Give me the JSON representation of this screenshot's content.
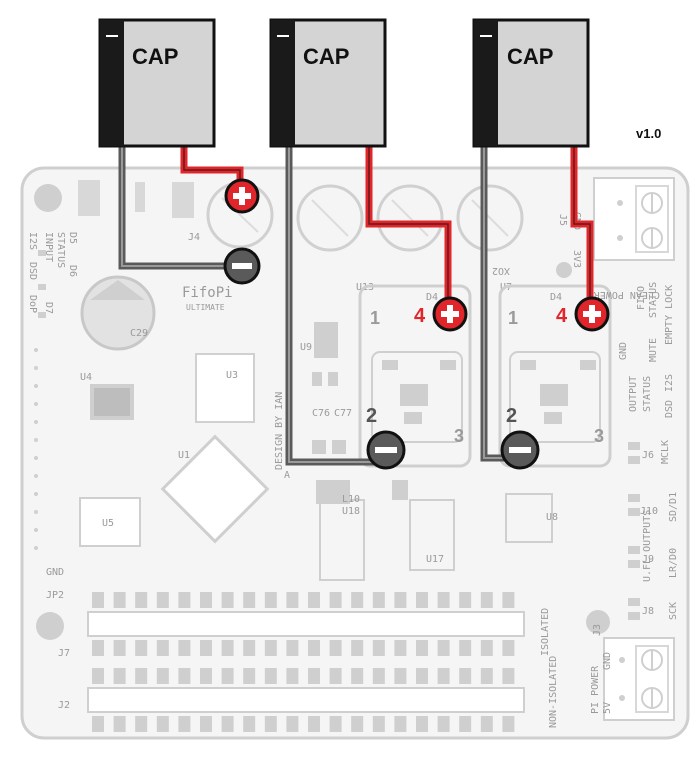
{
  "version": "v1.0",
  "capacitors": [
    {
      "label": "CAP"
    },
    {
      "label": "CAP"
    },
    {
      "label": "CAP"
    }
  ],
  "terminal_symbols": {
    "plus": "+",
    "minus": "−"
  },
  "pin_numbers": {
    "four": "4",
    "two": "2",
    "one": "1",
    "three": "3"
  },
  "board": {
    "name": "FifoPi",
    "edition": "ULTIMATE",
    "credit": "DESIGN BY IAN",
    "refs": {
      "j4": "J4",
      "j5": "J5",
      "j6": "J6",
      "j7": "J7",
      "j2": "J2",
      "j3": "J3",
      "j8": "J8",
      "j9": "J9",
      "j10": "J10",
      "jp2": "JP2",
      "u1": "U1",
      "u3": "U3",
      "u4": "U4",
      "u5": "U5",
      "u7": "U7",
      "u8": "U8",
      "u9": "U9",
      "u13": "U13",
      "u17": "U17",
      "u18": "U18",
      "c29": "C29",
      "c76": "C76",
      "c77": "C77",
      "l10": "L10",
      "d4": "D4",
      "d5": "D5",
      "d6": "D6",
      "d7": "D7",
      "xo2": "XO2",
      "a": "A"
    },
    "left_labels": {
      "i2s": "I2S",
      "input": "INPUT",
      "status": "STATUS",
      "dsd": "DSD",
      "dop": "DoP",
      "gnd": "GND"
    },
    "right_labels": {
      "clean_power": "CLEAN POWER",
      "v33": "3V3",
      "gnd": "GND",
      "fifo": "FIFO",
      "status": "STATUS",
      "empty_lock": "EMPTY LOCK",
      "mute": "MUTE",
      "gnd2": "GND",
      "output": "OUTPUT",
      "status2": "STATUS",
      "dsd": "DSD",
      "i2s": "I2S",
      "mclk": "MCLK",
      "sd_d1": "SD/D1",
      "ufl_outputs": "U.FL OUTPUTS",
      "lr_d0": "LR/D0",
      "sck": "SCK",
      "isolated": "ISOLATED",
      "non_isolated": "NON-ISOLATED",
      "pi_power": "PI POWER",
      "five_v": "5V",
      "gnd3": "GND"
    }
  },
  "colors": {
    "plus_wire": "#e0262b",
    "minus_wire": "#5a5a5a",
    "cap_body": "#d4d4d4",
    "cap_stripe": "#1a1a1a",
    "silkscreen": "#cfcfcf",
    "board": "#f4f4f4"
  }
}
